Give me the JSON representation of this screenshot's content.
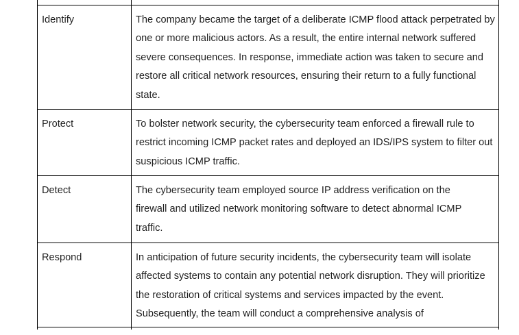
{
  "table": {
    "rows": [
      {
        "label": "Identify",
        "text": "The company became the target of a deliberate ICMP flood attack perpetrated by one or more malicious actors. As a result, the entire internal network suffered severe consequences. In response, immediate action was taken to secure and restore all critical network resources, ensuring their return to a fully functional state."
      },
      {
        "label": "Protect",
        "text": "To bolster network security, the cybersecurity team enforced a firewall rule to restrict incoming ICMP packet rates and deployed an IDS/IPS system to filter out suspicious ICMP traffic."
      },
      {
        "label": "Detect",
        "text": "The cybersecurity team employed source IP address verification on the firewall and utilized network monitoring software to detect abnormal ICMP traffic."
      },
      {
        "label": "Respond",
        "text": "In anticipation of future security incidents, the cybersecurity team will isolate affected systems to contain any potential network disruption. They will prioritize the restoration of critical systems and services impacted by the event. Subsequently, the team will conduct a comprehensive analysis of"
      }
    ]
  }
}
